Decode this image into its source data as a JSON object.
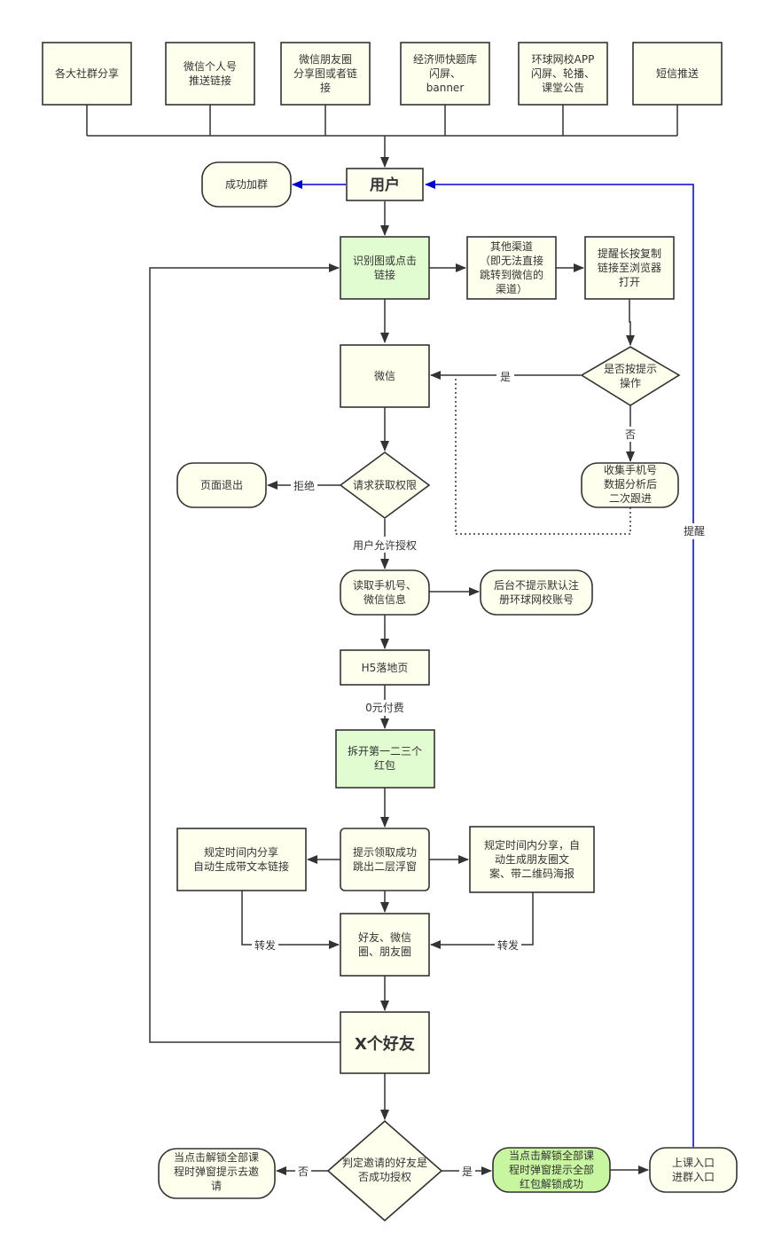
{
  "colors": {
    "box_fill": "#ffffee",
    "highlight_fill": "#e0fcd0",
    "success_fill": "#c8f5a0",
    "stroke": "#333333",
    "blue_edge": "#0000cc"
  },
  "nodes": {
    "src1": "各大社群分享",
    "src2": [
      "微信个人号",
      "推送链接"
    ],
    "src3": [
      "微信朋友圈",
      "分享图或者链",
      "接"
    ],
    "src4": [
      "经济师快题库",
      "闪屏、",
      "banner"
    ],
    "src5": [
      "环球网校APP",
      "闪屏、轮播、",
      "课堂公告"
    ],
    "src6": "短信推送",
    "user": "用户",
    "join_group": "成功加群",
    "identify": [
      "识别图或点击",
      "链接"
    ],
    "other_channel": [
      "其他渠道",
      "（即无法直接",
      "跳转到微信的",
      "渠道）"
    ],
    "remind_copy": [
      "提醒长按复制",
      "链接至浏览器",
      "打开"
    ],
    "follow_prompt": [
      "是否按提示",
      "操作"
    ],
    "wechat": "微信",
    "collect_phone": [
      "收集手机号",
      "数据分析后",
      "二次跟进"
    ],
    "request_auth": "请求获取权限",
    "page_exit": "页面退出",
    "read_info": [
      "读取手机号、",
      "微信信息"
    ],
    "auto_register": [
      "后台不提示默认注",
      "册环球网校账号"
    ],
    "h5_landing": "H5落地页",
    "open_redpacket": [
      "拆开第一二三个",
      "红包"
    ],
    "claim_success": [
      "提示领取成功",
      "跳出二层浮窗"
    ],
    "share_text": [
      "规定时间内分享",
      "自动生成带文本链接"
    ],
    "share_poster": [
      "规定时间内分享，自",
      "动生成朋友圈文",
      "案、带二维码海报"
    ],
    "friends_moments": [
      "好友、微信",
      "圈、朋友圈"
    ],
    "x_friends": "X个好友",
    "judge_invite": [
      "判定邀请的好友是",
      "否成功授权"
    ],
    "popup_invite": [
      "当点击解锁全部课",
      "程时弹窗提示去邀",
      "请"
    ],
    "unlock_success": [
      "当点击解锁全部课",
      "程时弹窗提示全部",
      "红包解锁成功"
    ],
    "entry": [
      "上课入口",
      "进群入口"
    ]
  },
  "edge_labels": {
    "yes_wechat": "是",
    "no_collect": "否",
    "reject": "拒绝",
    "user_allow": "用户允许授权",
    "zero_pay": "0元付费",
    "forward_left": "转发",
    "forward_right": "转发",
    "no_invite": "否",
    "yes_unlock": "是",
    "remind": "提醒"
  }
}
